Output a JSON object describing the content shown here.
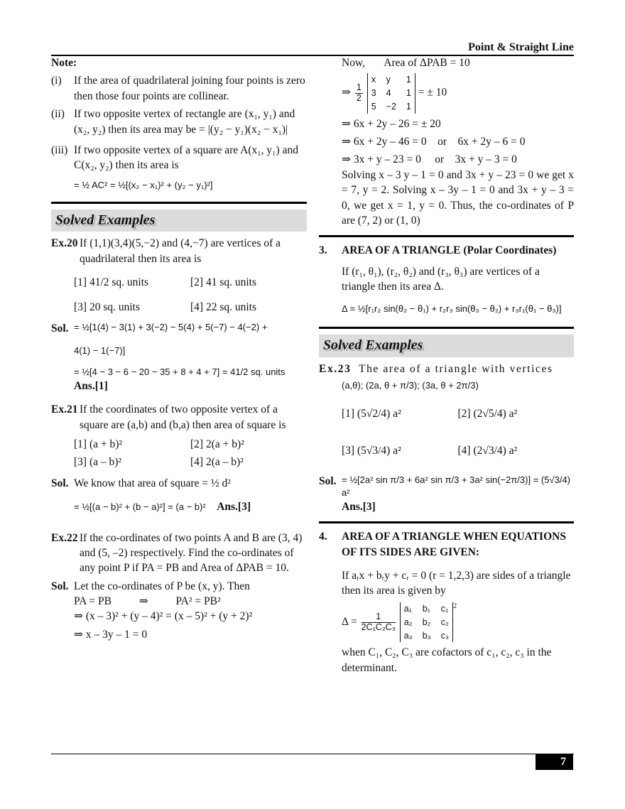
{
  "header": {
    "title": "Point & Straight Line"
  },
  "footer": {
    "page_number": "7"
  },
  "note": {
    "heading": "Note:",
    "items": [
      {
        "label": "(i)",
        "text": "If the area of quadrilateral joining four points is zero then those four points are collinear."
      },
      {
        "label": "(ii)",
        "text": "If two opposite vertex of rectangle are (x₁, y₁) and (x₂, y₂) then its area may be = |(y₂ − y₁)(x₂ − x₁)|"
      },
      {
        "label": "(iii)",
        "text": "If two opposite vertex of a square are A(x₁, y₁) and C(x₂, y₂) then its area is"
      }
    ],
    "formula": "= ½ AC² = ½[(x₂ − x₁)² + (y₂ − y₁)²]"
  },
  "solved_examples_label": "Solved Examples",
  "ex20": {
    "label": "Ex.20",
    "question": "If (1,1)(3,4)(5,−2) and (4,−7) are vertices of a quadrilateral then its area is",
    "options": [
      "[1] 41/2 sq. units",
      "[2] 41 sq. units",
      "[3] 20 sq. units",
      "[4] 22 sq. units"
    ],
    "sol_label": "Sol.",
    "sol_line1": "= ½[1(4) − 3(1) + 3(−2) − 5(4) + 5(−7) − 4(−2) +",
    "sol_line2": "4(1) − 1(−7)]",
    "sol_line3": "= ½[4 − 3 − 6 − 20 − 35 + 8 + 4 + 7] = 41/2 sq. units",
    "answer": "Ans.[1]"
  },
  "ex21": {
    "label": "Ex.21",
    "question": "If the coordinates of two opposite vertex of a square are (a,b) and (b,a) then area of square is",
    "options": [
      "[1] (a + b)²",
      "[2] 2(a + b)²",
      "[3] (a – b)²",
      "[4] 2(a – b)²"
    ],
    "sol_label": "Sol.",
    "sol_line1": "We know that area of square = ½ d²",
    "sol_line2": "= ½[(a − b)² + (b − a)²] = (a − b)²",
    "answer": "Ans.[3]"
  },
  "ex22": {
    "label": "Ex.22",
    "question": "If the co-ordinates of two points A and B are (3, 4) and (5, –2) respectively. Find the co-ordinates of any point P if PA = PB and Area of ΔPAB = 10.",
    "sol_label": "Sol.",
    "lines": [
      "Let the co-ordinates of P be (x, y). Then",
      "PA = PB          ⇒          PA² = PB²",
      "⇒ (x – 3)² + (y – 4)² = (x – 5)² + (y + 2)²",
      "⇒ x – 3y – 1 = 0"
    ]
  },
  "ex22_cont": {
    "now_line": "Now,       Area of ΔPAB = 10",
    "det_rows": [
      [
        "x",
        "y",
        "1"
      ],
      [
        "3",
        "4",
        "1"
      ],
      [
        "5",
        "−2",
        "1"
      ]
    ],
    "det_result": "= ± 10",
    "lines": [
      "⇒ 6x + 2y – 26 = ± 20",
      "⇒ 6x + 2y – 46 = 0    or    6x + 2y – 6 = 0",
      "⇒ 3x + y – 23 = 0     or    3x + y – 3 = 0"
    ],
    "conclusion": "Solving x – 3 y – 1 = 0 and 3x + y – 23 = 0 we get x = 7, y = 2. Solving x – 3y – 1 = 0 and 3x + y – 3 = 0, we get x = 1, y = 0. Thus, the co-ordinates of P are (7, 2) or (1, 0)"
  },
  "section3": {
    "number": "3.",
    "title": "AREA OF A TRIANGLE (Polar Coordinates)",
    "text": "If (r₁, θ₁), (r₂, θ₂) and (r₃, θ₃) are vertices of a triangle then its area Δ.",
    "formula": "Δ = ½[r₁r₂ sin(θ₂ − θ₁) + r₂r₃ sin(θ₃ − θ₂) + r₃r₁(θ₁ − θ₃)]"
  },
  "ex23": {
    "label": "Ex.23",
    "question": "The area of a triangle with vertices",
    "vertices": "(a,θ); (2a, θ + π/3); (3a, θ + 2π/3)",
    "options": [
      "[1] (5√2/4) a²",
      "[2] (2√5/4) a²",
      "[3] (5√3/4) a²",
      "[4] (2√3/4) a²"
    ],
    "sol_label": "Sol.",
    "sol_line": "= ½[2a² sin π/3 + 6a² sin π/3 + 3a² sin(−2π/3)] = (5√3/4) a²",
    "answer": "Ans.[3]"
  },
  "section4": {
    "number": "4.",
    "title": "AREA OF A TRIANGLE WHEN EQUATIONS OF ITS SIDES ARE GIVEN:",
    "text1": "If aᵣx + bᵣy + cᵣ = 0 (r = 1,2,3) are sides of a triangle then its area is given by",
    "formula_prefix": "Δ =",
    "formula_num": "1",
    "formula_den": "2C₁C₂C₃",
    "det_rows": [
      [
        "a₁",
        "b₁",
        "c₁"
      ],
      [
        "a₂",
        "b₂",
        "c₂"
      ],
      [
        "a₃",
        "b₃",
        "c₃"
      ]
    ],
    "det_power": "2",
    "text2": "when C₁, C₂, C₃ are cofactors of c₁, c₂, c₃ in the determinant."
  }
}
